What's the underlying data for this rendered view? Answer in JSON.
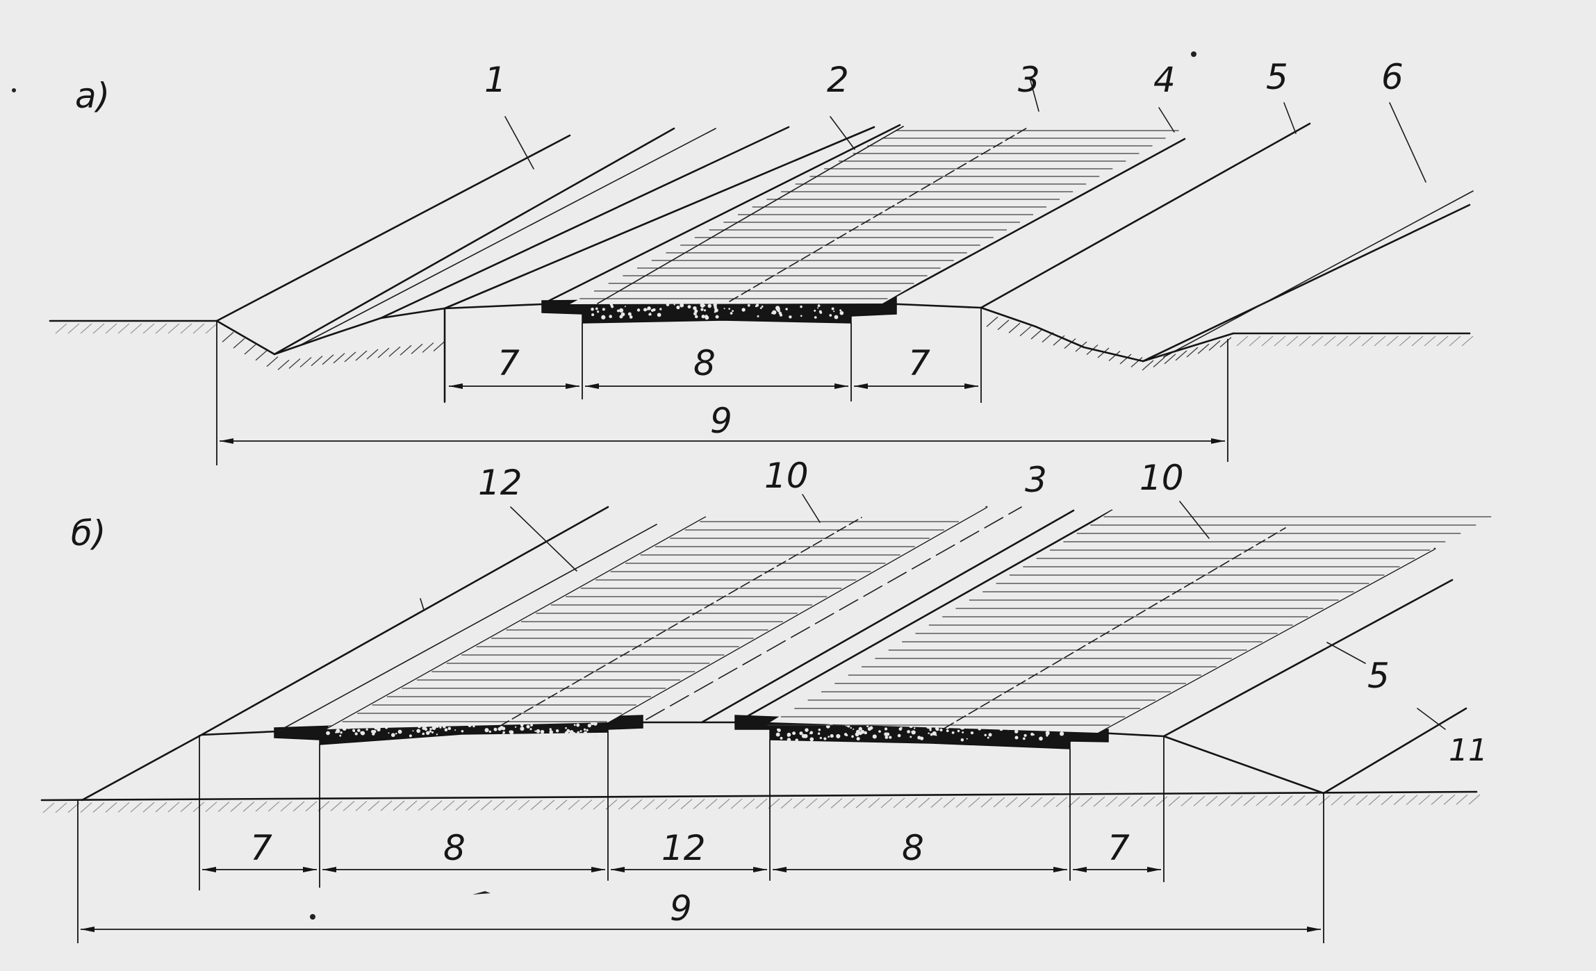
{
  "figure_a": {
    "title": "а)",
    "labels": {
      "n1": "1",
      "n2": "2",
      "n3": "3",
      "n4": "4",
      "n5": "5",
      "n6": "6",
      "dim7_left": "7",
      "dim8": "8",
      "dim7_right": "7",
      "dim9": "9"
    }
  },
  "figure_b": {
    "title": "б)",
    "labels": {
      "n12_top": "12",
      "n10_left": "10",
      "n3": "3",
      "n10_right": "10",
      "n5": "5",
      "n11": "11",
      "dim7_left": "7",
      "dim8_left": "8",
      "dim12": "12",
      "dim8_right": "8",
      "dim7_right": "7",
      "dim9": "9"
    }
  }
}
